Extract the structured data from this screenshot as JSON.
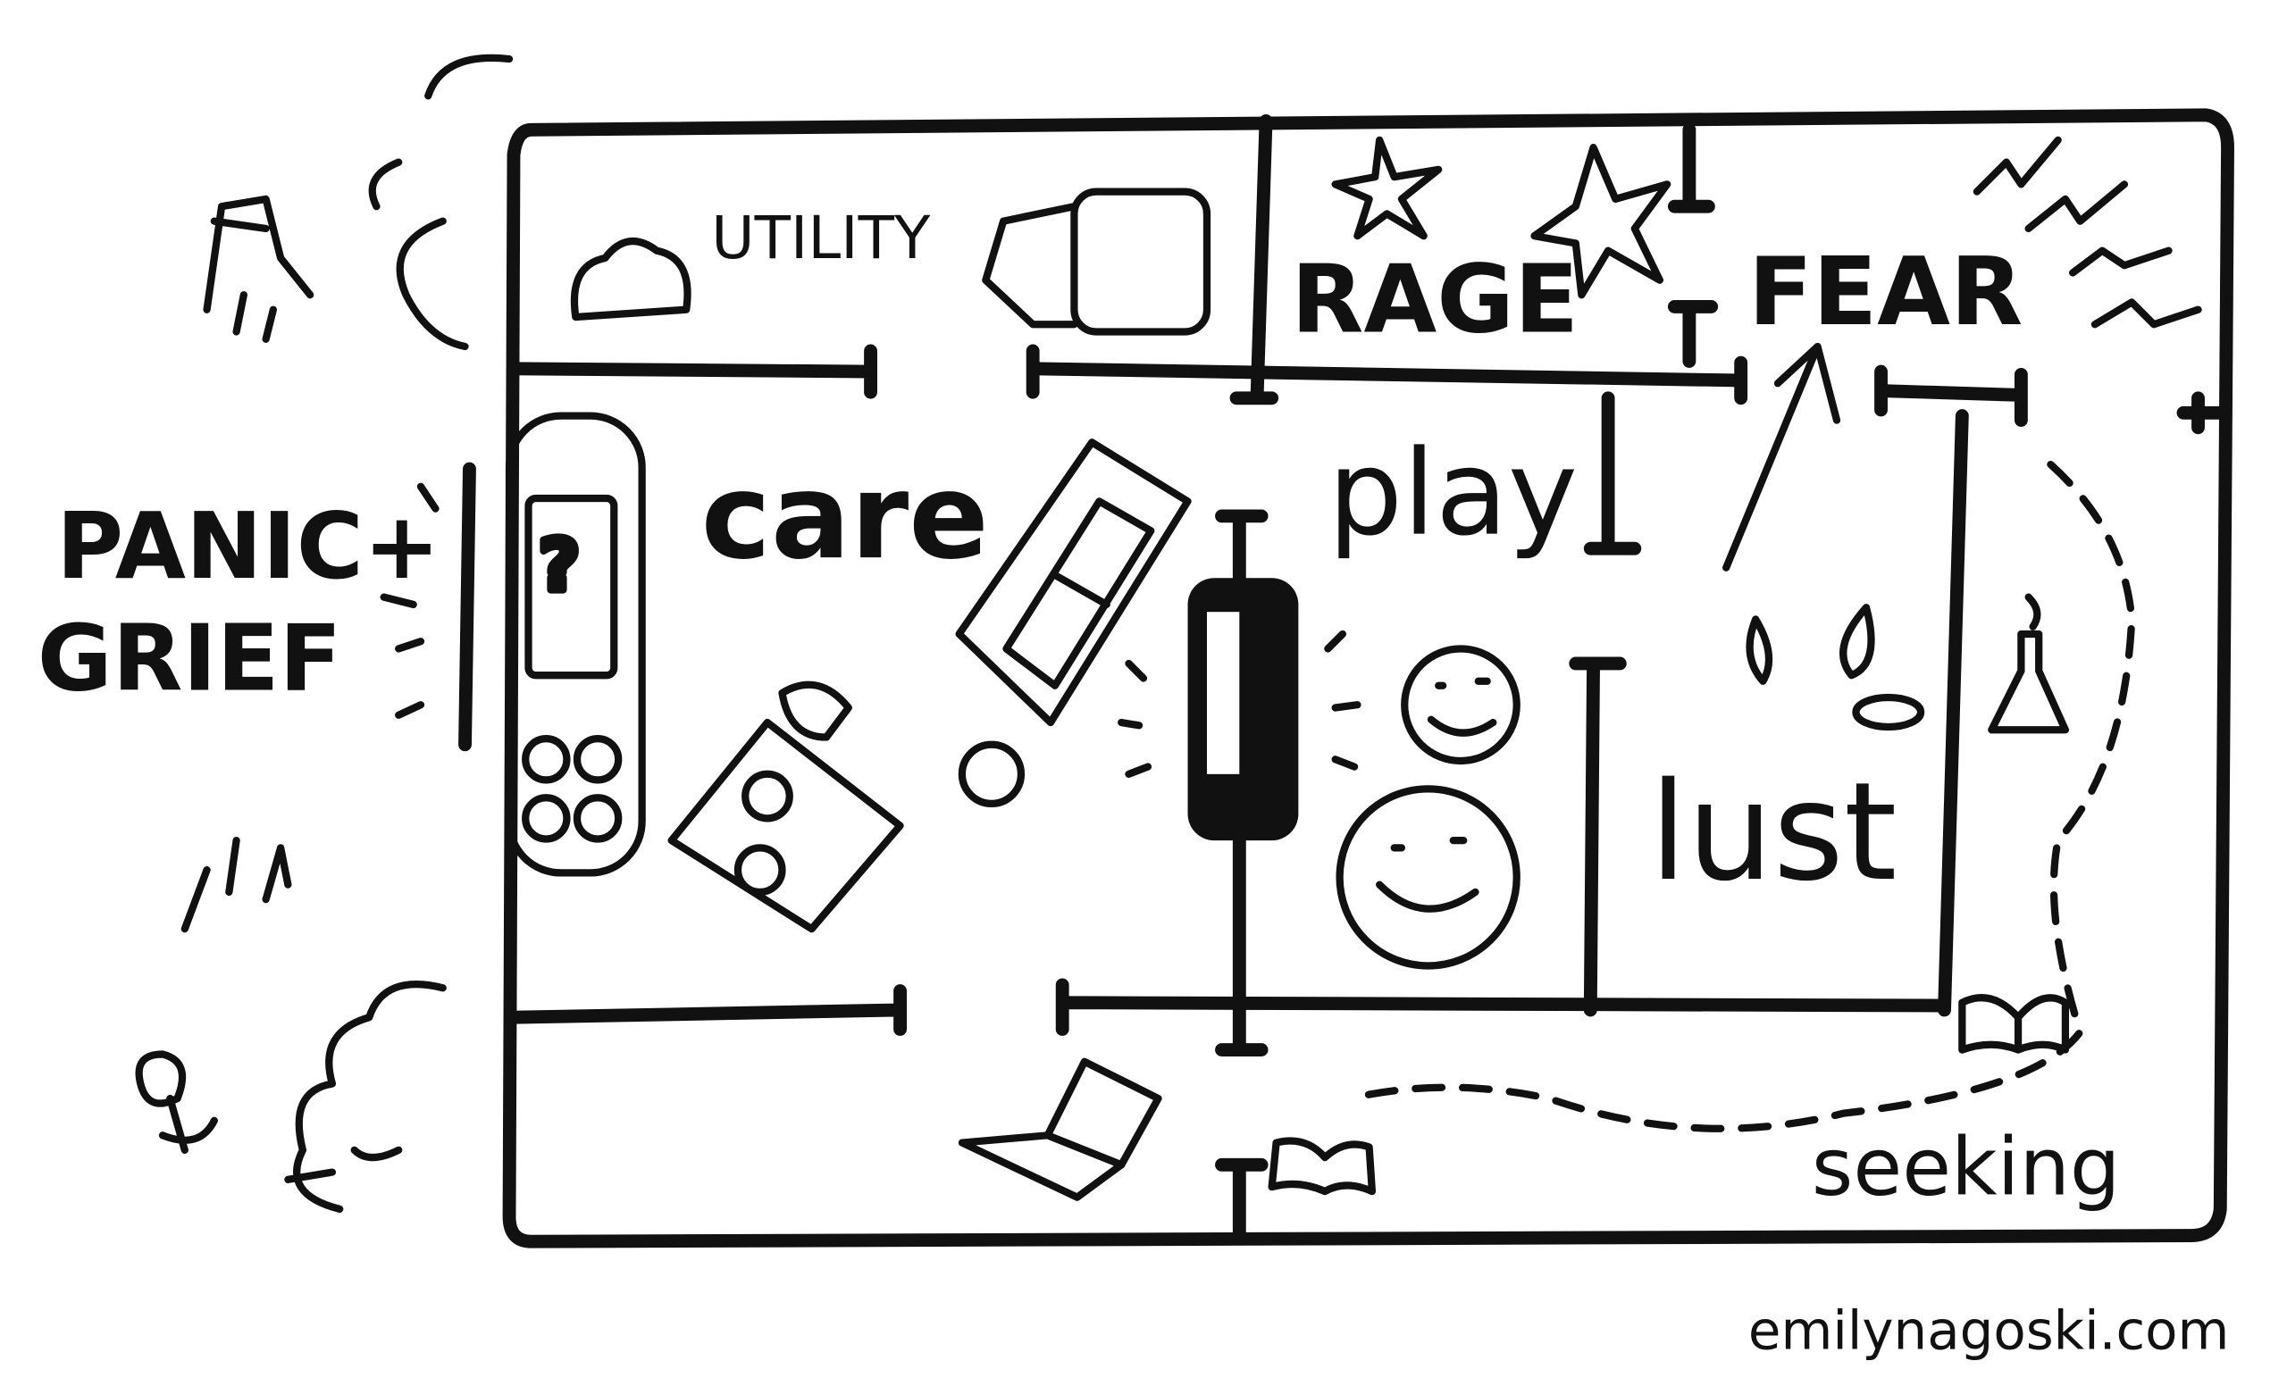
{
  "rooms": {
    "utility": "UTILITY",
    "rage": "RAGE",
    "fear": "FEAR",
    "panic_line1": "PANIC+",
    "panic_line2": "GRIEF",
    "care": "care",
    "play": "play",
    "lust": "lust",
    "seeking": "seeking"
  },
  "credit": "emilynagoski.com",
  "colors": {
    "ink": "#111111",
    "background": "#ffffff"
  }
}
